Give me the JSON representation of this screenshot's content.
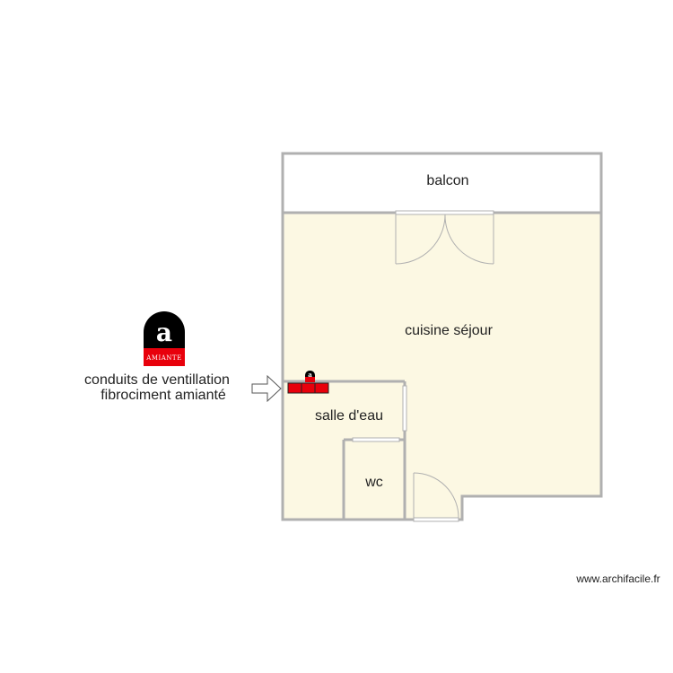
{
  "rooms": {
    "balcon": "balcon",
    "cuisine": "cuisine séjour",
    "salle_eau": "salle d'eau",
    "wc": "wc"
  },
  "annotation": {
    "line1": "conduits de ventillation",
    "line2": "fibrociment amianté"
  },
  "logo": {
    "letter": "a",
    "word": "AMIANTE"
  },
  "watermark": "www.archifacile.fr",
  "colors": {
    "floor": "#fcf8e3",
    "wall": "#b0b0b0",
    "asbestos_red": "#e8000b",
    "logo_black": "#000000"
  }
}
